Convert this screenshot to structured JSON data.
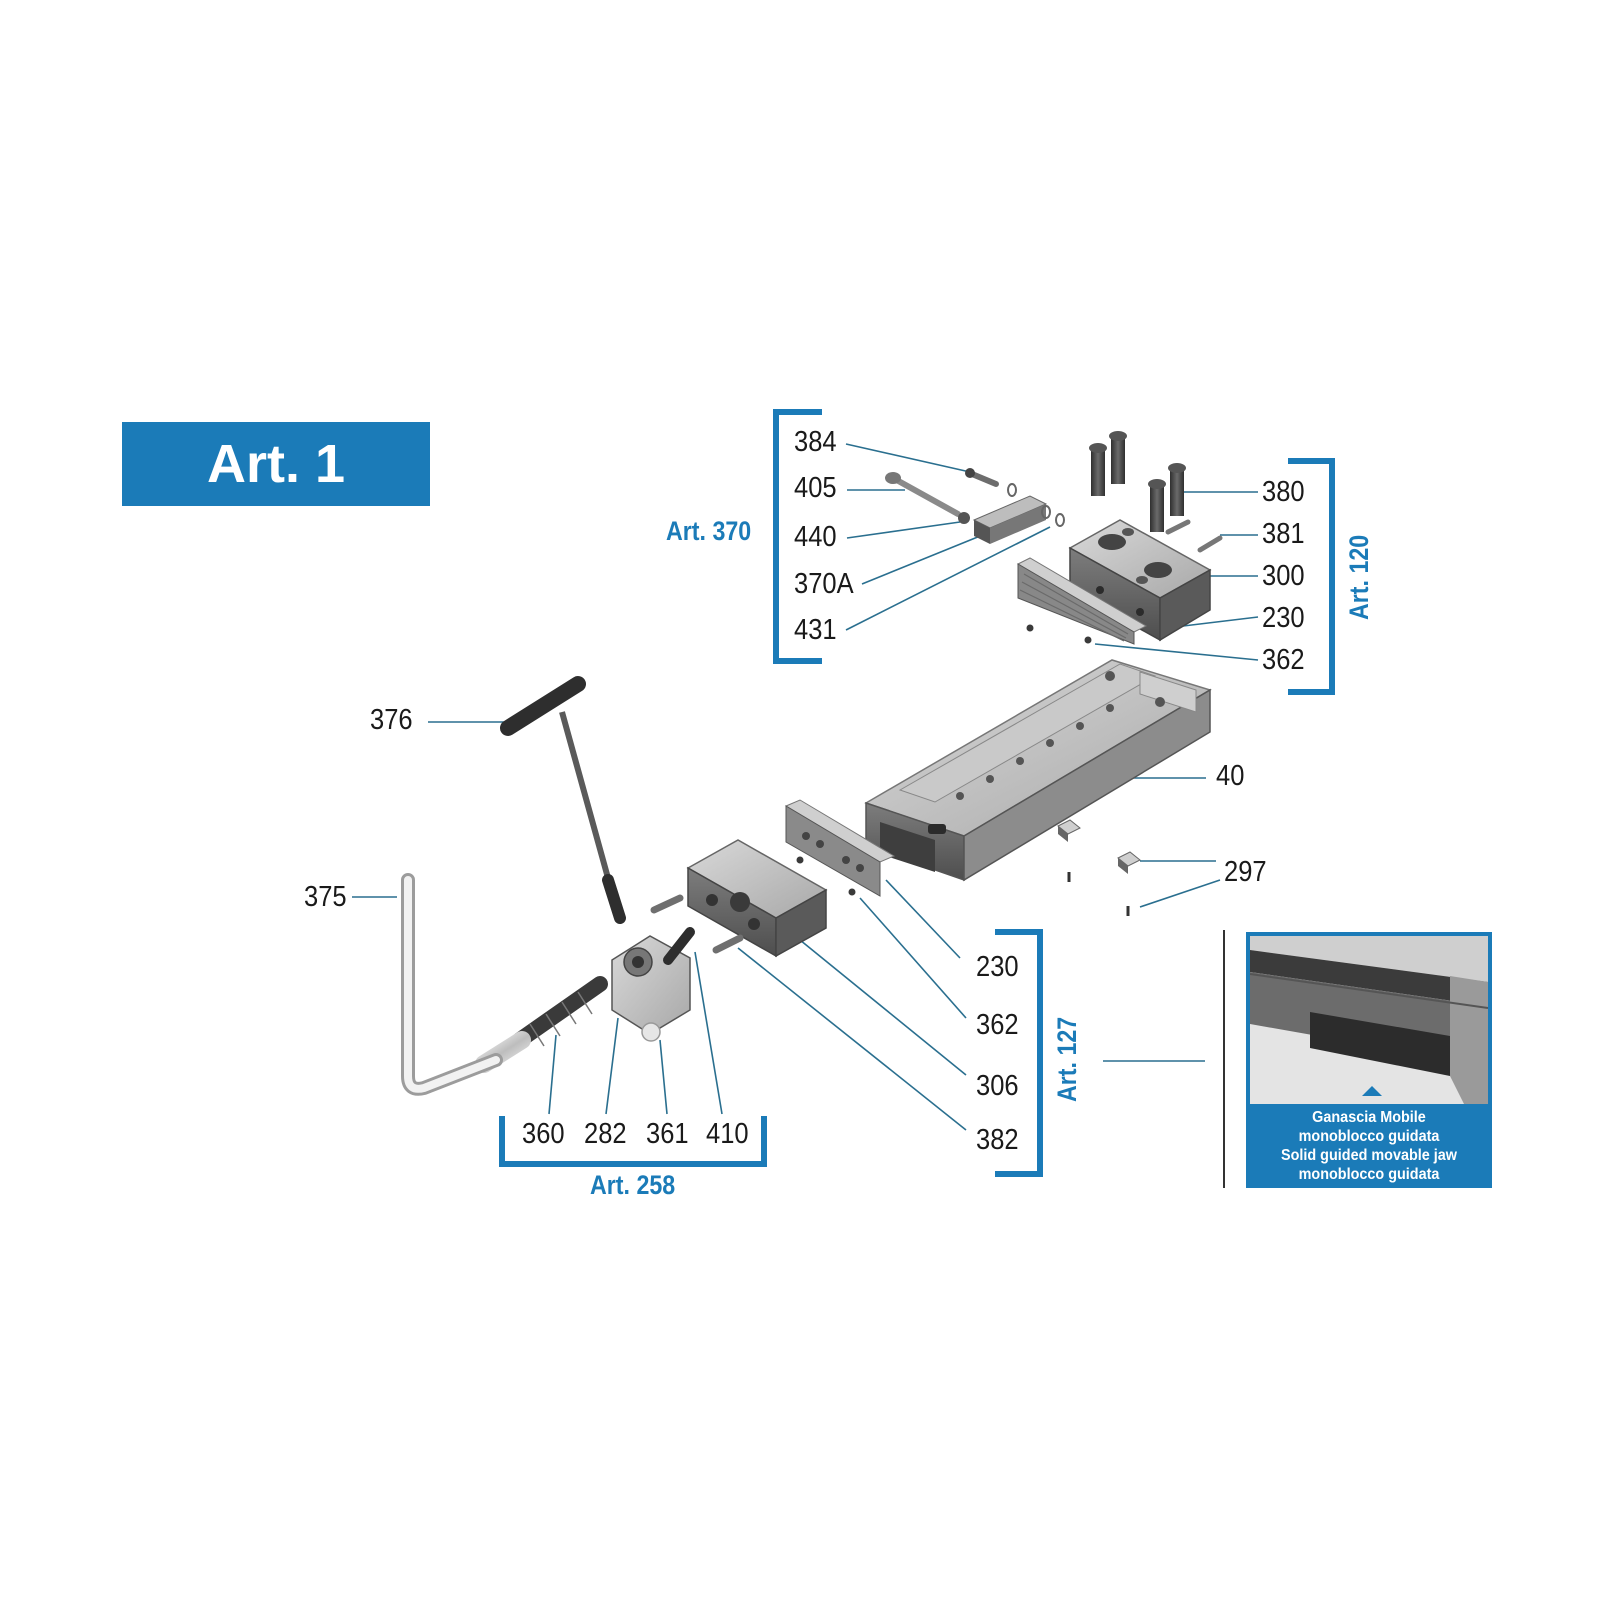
{
  "title": "Art. 1",
  "callouts": {
    "c384": "384",
    "c405": "405",
    "c440": "440",
    "c370A": "370A",
    "c431": "431",
    "c380": "380",
    "c381": "381",
    "c300": "300",
    "c230a": "230",
    "c362a": "362",
    "c376": "376",
    "c40": "40",
    "c297": "297",
    "c375": "375",
    "c230b": "230",
    "c362b": "362",
    "c306": "306",
    "c382": "382",
    "c360": "360",
    "c282": "282",
    "c361": "361",
    "c410": "410"
  },
  "groups": {
    "art370": "Art. 370",
    "art120": "Art. 120",
    "art127": "Art. 127",
    "art258": "Art. 258"
  },
  "inset": {
    "caption_line1": "Ganascia Mobile",
    "caption_line2": "monoblocco guidata",
    "caption_line3": "Solid guided movable jaw",
    "caption_line4": "monoblocco guidata"
  },
  "colors": {
    "accent_blue": "#1b7bb8",
    "leader_line": "#2a6f8f",
    "part_gray": "#9a9a9a",
    "part_dark": "#4a4a4a"
  }
}
